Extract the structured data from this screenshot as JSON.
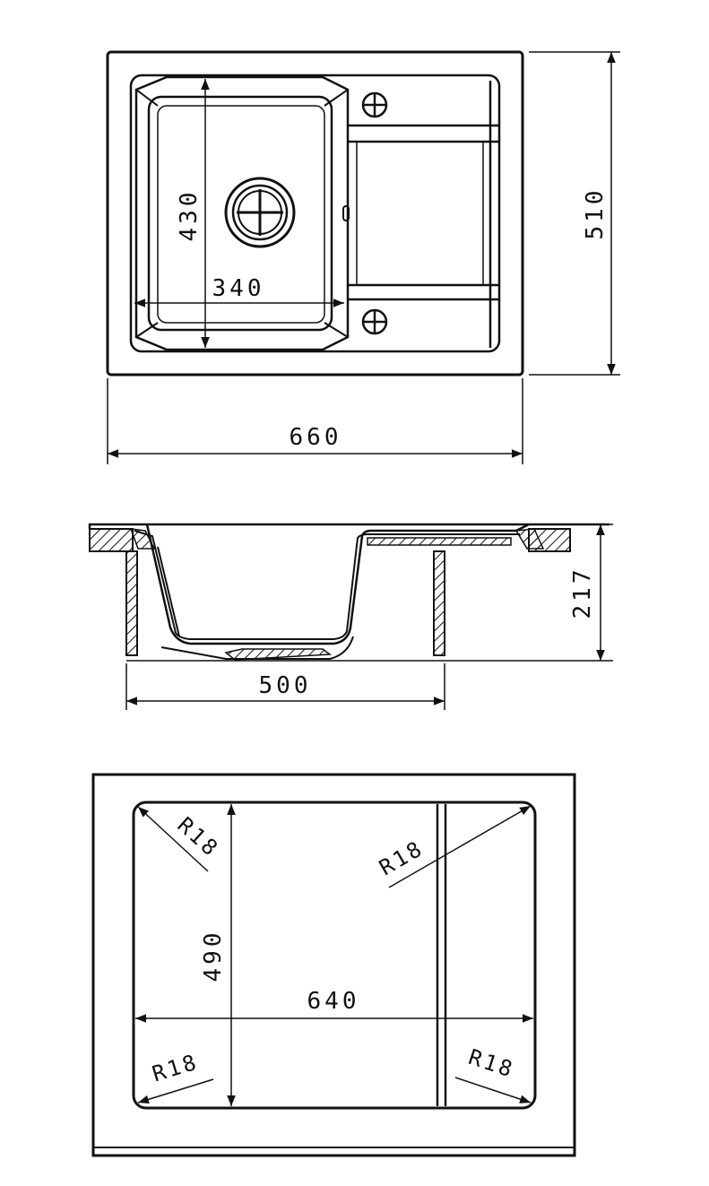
{
  "top_view": {
    "width_label": "660",
    "height_label": "510",
    "bowl_width_label": "340",
    "bowl_height_label": "430"
  },
  "side_view": {
    "height_label": "217",
    "cutout_width_label": "500"
  },
  "cutout_view": {
    "width_label": "640",
    "height_label": "490",
    "radius_top_left": "R18",
    "radius_top_right": "R18",
    "radius_bottom_left": "R18",
    "radius_bottom_right": "R18"
  },
  "colors": {
    "ink": "#111111",
    "paper": "#ffffff"
  }
}
